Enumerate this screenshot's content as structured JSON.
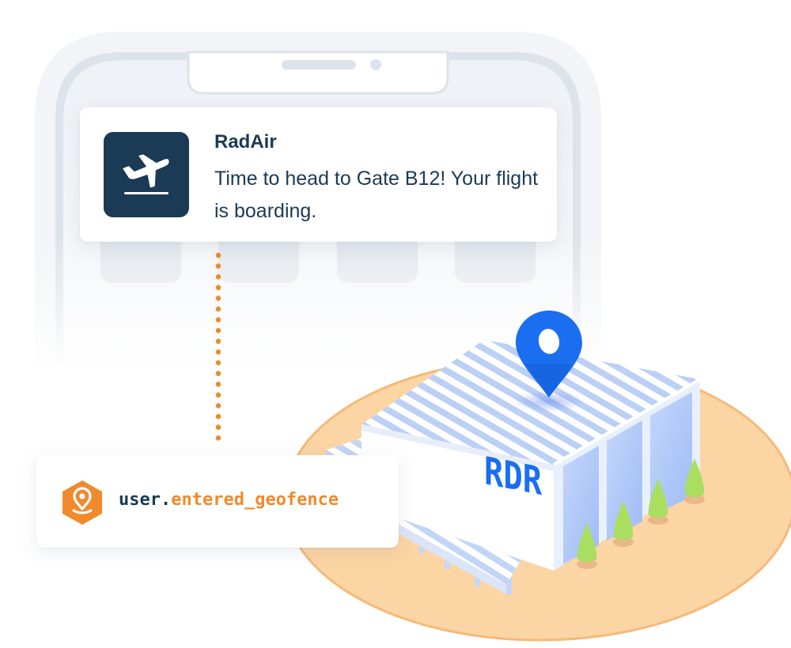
{
  "notification": {
    "app_name": "RadAir",
    "message": "Time to head to Gate B12! Your flight is boarding.",
    "icon": "airplane-icon"
  },
  "event": {
    "object": "user",
    "separator": ".",
    "name": "entered_geofence",
    "icon": "location-pin-icon"
  },
  "building": {
    "sign": "RDR",
    "marker_icon": "map-pin-icon"
  },
  "colors": {
    "navy": "#1b3a55",
    "orange": "#f08a2c",
    "pin_blue": "#1a6ef0",
    "ground": "#fcd5a4",
    "phone_frame": "#e6ebf1",
    "tree_green": "#a9de60"
  }
}
